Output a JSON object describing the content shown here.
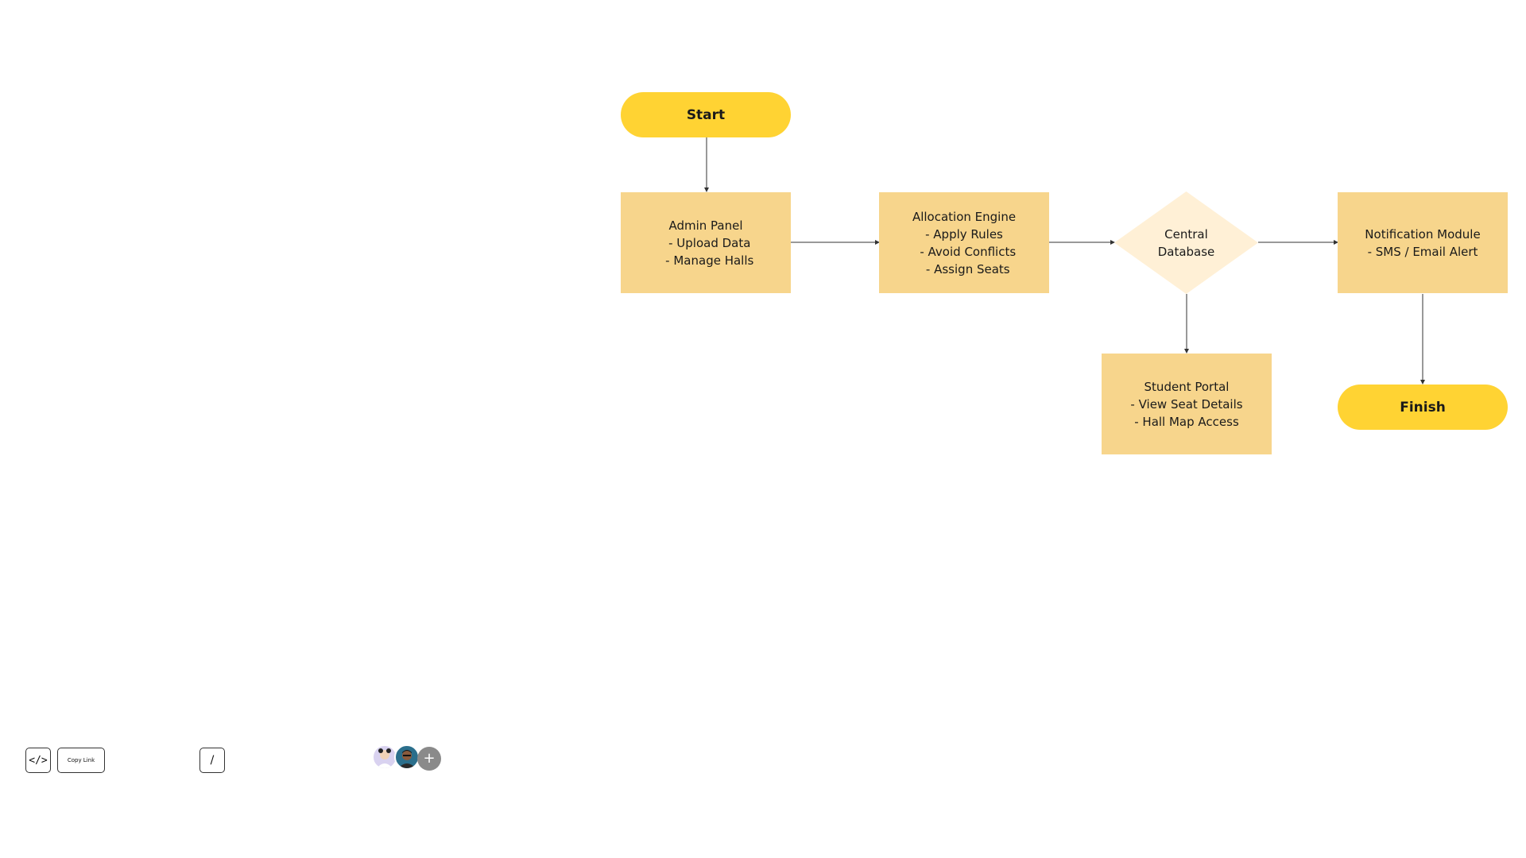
{
  "nodes": {
    "start": {
      "lines": [
        "Start"
      ]
    },
    "admin": {
      "lines": [
        "Admin Panel",
        "  - Upload Data",
        "  - Manage Halls"
      ]
    },
    "allocation": {
      "lines": [
        "Allocation Engine",
        "- Apply Rules",
        "  - Avoid Conflicts",
        "  - Assign Seats"
      ]
    },
    "database": {
      "lines": [
        "Central",
        "Database"
      ]
    },
    "notification": {
      "lines": [
        "Notification Module",
        "- SMS / Email Alert"
      ]
    },
    "student": {
      "lines": [
        "Student Portal",
        "- View Seat Details",
        "- Hall Map Access"
      ]
    },
    "finish": {
      "lines": [
        "Finish"
      ]
    }
  },
  "colors": {
    "terminal": "#ffd333",
    "process": "#f7d58c",
    "decision": "#fff0d6",
    "connector": "#333333"
  },
  "toolbar": {
    "embed_label": "</>",
    "copy_label": "Copy Link",
    "slash_label": "/",
    "add_label": "+"
  }
}
